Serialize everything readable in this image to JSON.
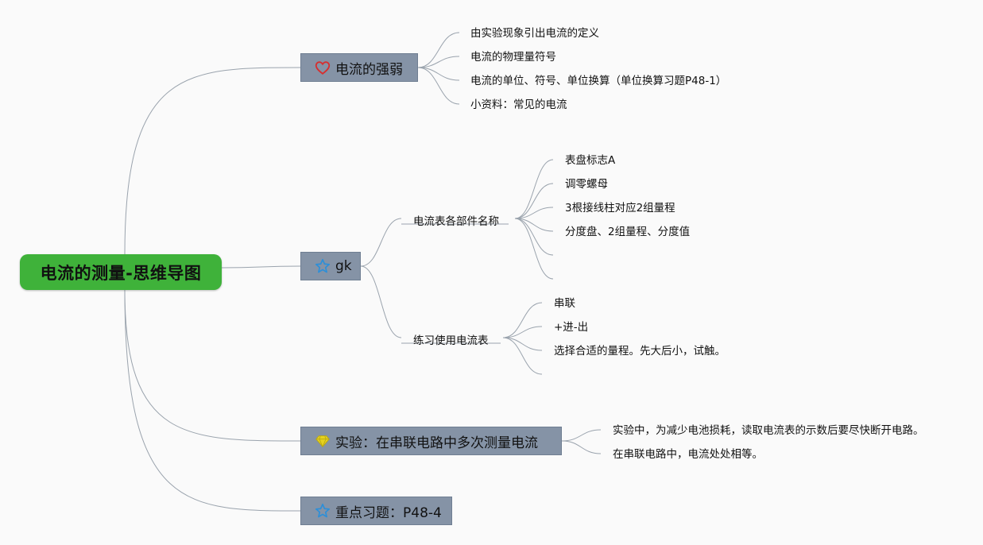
{
  "root": {
    "label": "电流的测量-思维导图"
  },
  "branches": [
    {
      "label": "电流的强弱",
      "icon": "heart-icon",
      "leaves": [
        "由实验现象引出电流的定义",
        "电流的物理量符号",
        "电流的单位、符号、单位换算（单位换算习题P48-1）",
        "小资料：常见的电流"
      ]
    },
    {
      "label": "gk",
      "icon": "star-icon",
      "subtopics": [
        {
          "label": "电流表各部件名称",
          "leaves": [
            "表盘标志A",
            "调零螺母",
            "3根接线柱对应2组量程",
            "分度盘、2组量程、分度值",
            "",
            ""
          ]
        },
        {
          "label": "练习使用电流表",
          "leaves": [
            "串联",
            "+进-出",
            "选择合适的量程。先大后小，试触。",
            ""
          ]
        }
      ]
    },
    {
      "label": "实验：在串联电路中多次测量电流",
      "icon": "diamond-icon",
      "leaves": [
        "实验中，为减少电池损耗，读取电流表的示数后要尽快断开电路。",
        "在串联电路中，电流处处相等。"
      ]
    },
    {
      "label": "重点习题：P48-4",
      "icon": "star-icon",
      "leaves": []
    }
  ],
  "colors": {
    "root": "#3fb23a",
    "branch": "#8593a6",
    "connector": "#9aa3ad",
    "heart": "#d62f2f",
    "star": "#2d8fd8",
    "diamond": "#e6d21e"
  }
}
